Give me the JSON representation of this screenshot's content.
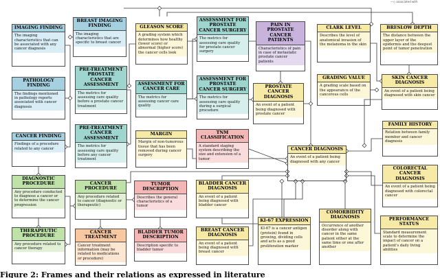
{
  "legend": {
    "label": "associated with"
  },
  "caption": "Figure 2: Frames and their relations as expressed in literature",
  "colors": {
    "green": "#bfe2a8",
    "blue": "#a5d0e0",
    "yellow": "#f7e9a6",
    "pink": "#f3b8b6",
    "orange": "#f8c9a0",
    "purple": "#c7b3dc",
    "teal": "#9ed6cf",
    "edge": "#333333"
  },
  "nodes": {
    "imaging_finding": {
      "title": "IMAGING FINDING",
      "desc": "The imaging characteristics that can be associated with any cancer diagnosis"
    },
    "breast_imaging_finding": {
      "title": "BREAST IMAGING FINDING",
      "desc": "The imaging characteristics that are specific to breast cancer"
    },
    "gleason_score": {
      "title": "GLEASON SCORE",
      "desc": "A grading system which determines how healthy (lower score) or abnormal (higher score) the cancer cells look"
    },
    "assess_prostate_surgery_1": {
      "title": "ASSESSMENT FOR PROSTATE CANCER SURGERY",
      "desc": "The metrics for assessing care quality for prostate cancer surgery"
    },
    "pain_prostate": {
      "title": "PAIN IN PROSTATE CANCER PATIENTS",
      "desc": "Characteristics of pain in case of metastatic prostate cancer patients"
    },
    "clark_level": {
      "title": "CLARK LEVEL",
      "desc": "Describes the level of anatomical invasion of the melanoma in the skin"
    },
    "breslow_depth": {
      "title": "BRESLOW DEPTH",
      "desc": "The distance between the upper layer of the epidermis and the deepest point of tumor penetration"
    },
    "pathology_finding": {
      "title": "PATHOLOGY FINDING",
      "desc": "The findings mentioned in pathology reports associated with cancer diagnosis"
    },
    "pre_treatment_prostate": {
      "title": "PRE-TREATMENT PROSTATE CANCER ASSESSMENT",
      "desc": "The metrics for assessing care quality before a prostate cancer treatment"
    },
    "assess_cancer_care": {
      "title": "ASSESSMENT FOR CANCER CARE",
      "desc": "The metrics for assessing cancer care quality"
    },
    "assess_prostate_surgery_2": {
      "title": "ASSESSMENT FOR PROSTATE CANCER SURGERY",
      "desc": "The metrics for assessing care quality during a surgical procedure"
    },
    "prostate_diagnosis": {
      "title": "PROSTATE CANCER DIAGNOSIS",
      "desc": "An event of a patient being diagnosed with prostate cancer"
    },
    "grading_value": {
      "title": "GRADING VALUE",
      "desc": "A grading scale based on the appearance of the cancerous cells"
    },
    "skin_diagnosis": {
      "title": "SKIN CANCER DIAGNOSIS",
      "desc": "An event of a patient being diagnosed with skin cancer"
    },
    "cancer_finding": {
      "title": "CANCER FINDING",
      "desc": "Findings of a procedure related to any cancer"
    },
    "pre_treatment_cancer": {
      "title": "PRE-TREATMENT CANCER ASSESSMENT",
      "desc": "The metrics for assessing care quality before any cancer treatment"
    },
    "margin": {
      "title": "MARGIN",
      "desc": "Margin of non-tumorous tissue that has been removed during cancer surgery"
    },
    "tnm": {
      "title": "TNM CLASSIFICATION",
      "desc": "A standard staging system describing the size and extension of a tumor"
    },
    "family_history": {
      "title": "FAMILY HISTORY",
      "desc": "Relation between family member and cancer diagnosis"
    },
    "cancer_diagnosis": {
      "title": "CANCER DIAGNOSIS",
      "desc": "An event of a patient being diagnosed with any cancer"
    },
    "diagnostic_procedure": {
      "title": "DIAGNOSTIC PROCEDURE",
      "desc": "Any procedure conducted to diagnose a cancer or to determine the cancer progression"
    },
    "cancer_procedure": {
      "title": "CANCER PROCEDURE",
      "desc": "Any procedure related to cancer (diagnostic or therapeutic)"
    },
    "tumor_description": {
      "title": "TUMOR DESCRIPTION",
      "desc": "Describes the general characteristics of a tumor"
    },
    "bladder_diagnosis": {
      "title": "BLADDER CANCER DIAGNOSIS",
      "desc": "An event of a patient being diagnosed with bladder cancer"
    },
    "colorectal_diagnosis": {
      "title": "COLORECTAL CANCER DIAGNOSIS",
      "desc": "An event of a patient being diagnosed with colorectal cancer"
    },
    "performance_status": {
      "title": "PERFORMANCE STATUS",
      "desc": "Standard measurement scale to determine the impact of cancer on a patient's daily living abilities"
    },
    "therapeutic_procedure": {
      "title": "THERAPEUTIC PROCEDURE",
      "desc": "Any procedure related to cancer therapy"
    },
    "cancer_treatment": {
      "title": "CANCER TREATMENT",
      "desc": "Cancer treatment information (may be related to medications or procedure)"
    },
    "bladder_tumor": {
      "title": "BLADDER TUMOR DESCRIPTION",
      "desc": "Description specific to bladder tumor"
    },
    "breast_diagnosis": {
      "title": "BREAST CANCER DIAGNOSIS",
      "desc": "An event of a patient being diagnosed with breast cancer"
    },
    "ki67": {
      "title": "KI-67 EXPRESSION",
      "desc": "KI-67 is a cancer antigen (protein) found in growing, dividing cells and acts as a good proliferation marker"
    },
    "comorbidity": {
      "title": "COMORBIDITY DIAGNOSIS",
      "desc": "Occurrence of another disorder along with cancer in the same patient either at the same time or one after another"
    }
  }
}
